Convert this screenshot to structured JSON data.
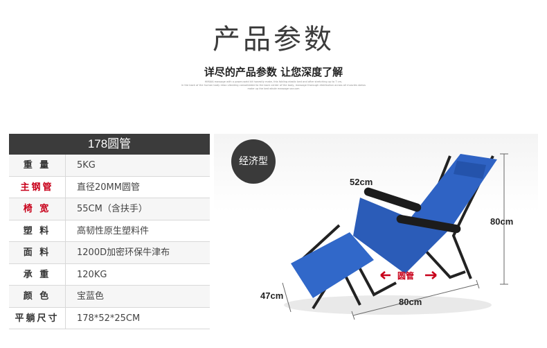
{
  "heading": {
    "title": "产品参数",
    "subtitle": "详尽的产品参数 让您深度了解",
    "fine_print": [
      "HIMAIA massage with a power-weld kit honestly make, this folding elastic bed and after stretching up to 7 cm,",
      "in the back of the human body relax vibrating consolidated to the back center of the body, massage thorough distribution across all muscles status",
      "make up the bed whole massage vacuum"
    ]
  },
  "spec_table": {
    "header": "178圆管",
    "rows": [
      {
        "label": "重 量",
        "value": "5KG",
        "highlight": false
      },
      {
        "label": "主钢管",
        "value": "直径20MM圆管",
        "highlight": true
      },
      {
        "label": "椅 宽",
        "value": "55CM（含扶手）",
        "highlight": true
      },
      {
        "label": "塑 料",
        "value": "高韧性原生塑料件",
        "highlight": false
      },
      {
        "label": "面 料",
        "value": "1200D加密环保牛津布",
        "highlight": false
      },
      {
        "label": "承 重",
        "value": "120KG",
        "highlight": false
      },
      {
        "label": "颜 色",
        "value": "宝蓝色",
        "highlight": false
      },
      {
        "label": "平躺尺寸",
        "value": "178*52*25CM",
        "highlight": false
      }
    ]
  },
  "product_image": {
    "badge": "经济型",
    "dimensions": {
      "armrest_width": "52cm",
      "height": "80cm",
      "length": "80cm",
      "leg_height": "47cm"
    },
    "tube_label": "圆管",
    "colors": {
      "fabric": "#2f63c4",
      "frame": "#222222",
      "accent": "#c8001a"
    }
  }
}
